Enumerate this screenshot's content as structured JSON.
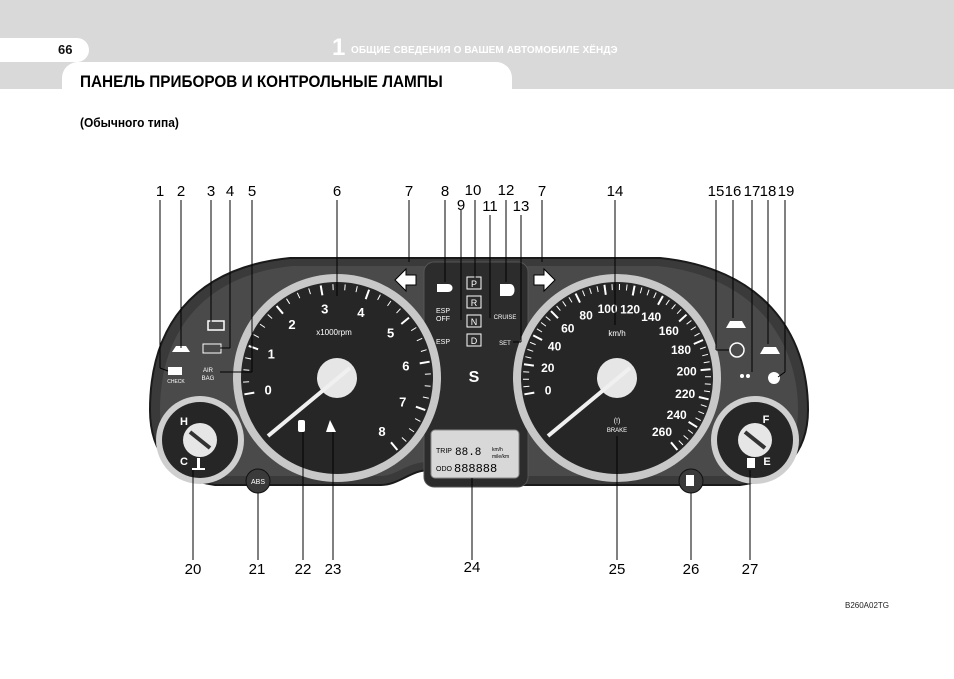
{
  "header": {
    "page_number": "66",
    "chapter_number": "1",
    "chapter_title": "ОБЩИЕ СВЕДЕНИЯ О ВАШЕМ АВТОМОБИЛЕ ХЁНДЭ"
  },
  "section_title": "ПАНЕЛЬ ПРИБОРОВ И КОНТРОЛЬНЫЕ ЛАМПЫ",
  "subtitle": "(Обычного типа)",
  "image_code": "B260A02TG",
  "colors": {
    "band": "#d9d9d9",
    "cluster": "#3a3a3a",
    "dial": "#262626"
  },
  "callouts_top": [
    "1",
    "2",
    "3",
    "4",
    "5",
    "6",
    "7",
    "8",
    "9",
    "10",
    "11",
    "12",
    "13",
    "7",
    "14",
    "15",
    "16",
    "17",
    "18",
    "19"
  ],
  "callouts_bottom": [
    "20",
    "21",
    "22",
    "23",
    "24",
    "25",
    "26",
    "27"
  ],
  "tachometer": {
    "scale": [
      "0",
      "1",
      "2",
      "3",
      "4",
      "5",
      "6",
      "7",
      "8"
    ],
    "unit": "x1000rpm"
  },
  "speedometer": {
    "scale": [
      "0",
      "20",
      "40",
      "60",
      "80",
      "100",
      "120",
      "140",
      "160",
      "180",
      "200",
      "220",
      "240",
      "260"
    ],
    "unit": "km/h"
  },
  "temperature_gauge": {
    "hot": "H",
    "cold": "C"
  },
  "fuel_gauge": {
    "full": "F",
    "empty": "E"
  },
  "warning_labels": {
    "check": "CHECK",
    "airbag_1": "AIR",
    "airbag_2": "BAG",
    "esp_off_1": "ESP",
    "esp_off_2": "OFF",
    "esp": "ESP",
    "cruise": "CRUISE",
    "set": "SET",
    "abs": "ABS",
    "brake": "BRAKE"
  },
  "gear_indicators": [
    "P",
    "R",
    "N",
    "D"
  ],
  "sport_mode": "S",
  "lcd": {
    "trip": "TRIP",
    "trip_digits": "88.8",
    "odo": "ODO",
    "odo_digits": "888888",
    "units_1": "km/h",
    "units_2": "mile/km"
  },
  "icons": [
    "engine-check-icon",
    "oil-pressure-icon",
    "battery-icon",
    "overdrive-off-icon",
    "airbag-icon",
    "turn-signal-left-icon",
    "turn-signal-right-icon",
    "headlight-icon",
    "foglight-icon",
    "seatbelt-icon",
    "door-ajar-icon",
    "trunk-open-icon",
    "low-washer-icon",
    "immobilizer-icon",
    "coolant-icon",
    "fuel-pump-icon"
  ]
}
